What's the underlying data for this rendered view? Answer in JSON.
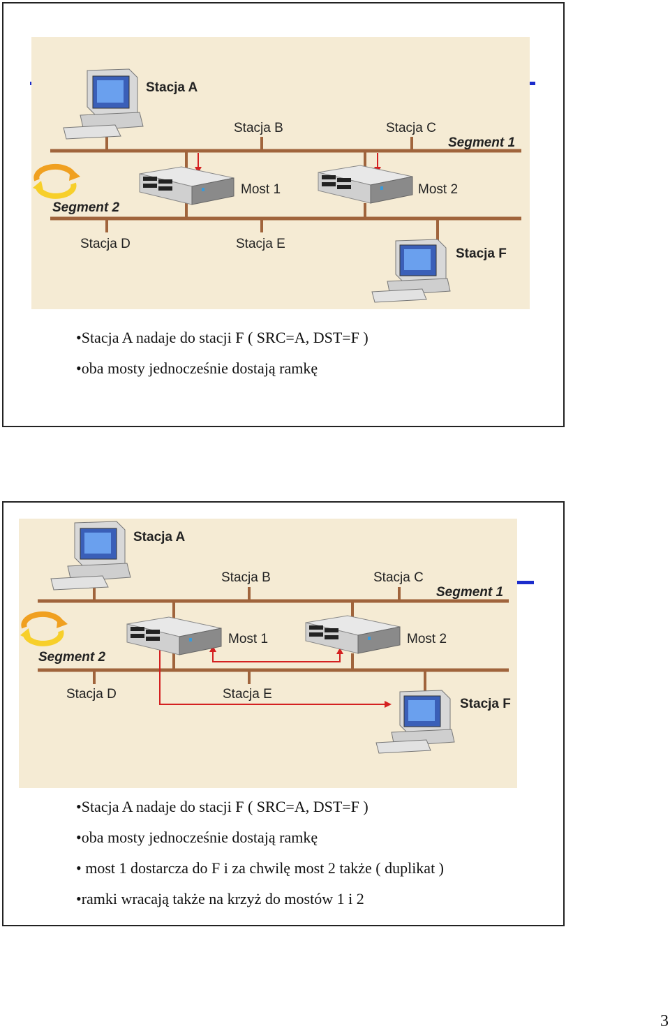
{
  "slide1": {
    "labels": {
      "stacja_a": "Stacja A",
      "stacja_b": "Stacja B",
      "stacja_c": "Stacja C",
      "segment_1": "Segment 1",
      "segment_2": "Segment 2",
      "most_1": "Most 1",
      "most_2": "Most 2",
      "stacja_d": "Stacja D",
      "stacja_e": "Stacja E",
      "stacja_f": "Stacja F"
    },
    "bullets": [
      "•Stacja A nadaje do stacji  F ( SRC=A, DST=F )",
      "•oba mosty jednocześnie dostają ramkę"
    ]
  },
  "slide2": {
    "labels": {
      "stacja_a": "Stacja A",
      "stacja_b": "Stacja B",
      "stacja_c": "Stacja C",
      "segment_1": "Segment 1",
      "segment_2": "Segment 2",
      "most_1": "Most 1",
      "most_2": "Most 2",
      "stacja_d": "Stacja D",
      "stacja_e": "Stacja E",
      "stacja_f": "Stacja F"
    },
    "bullets": [
      "•Stacja A nadaje do stacji  F ( SRC=A, DST=F )",
      "•oba mosty jednocześnie dostają ramkę",
      "• most 1 dostarcza do F i za chwilę most 2 także ( duplikat )",
      "•ramki wracają także na krzyż do mostów 1 i 2"
    ]
  },
  "page_number": "3",
  "colors": {
    "cable": "#a0643c",
    "signal": "#d42020",
    "diagram_bg": "#f5ebd4",
    "accent_blue": "#1b2ccc"
  }
}
